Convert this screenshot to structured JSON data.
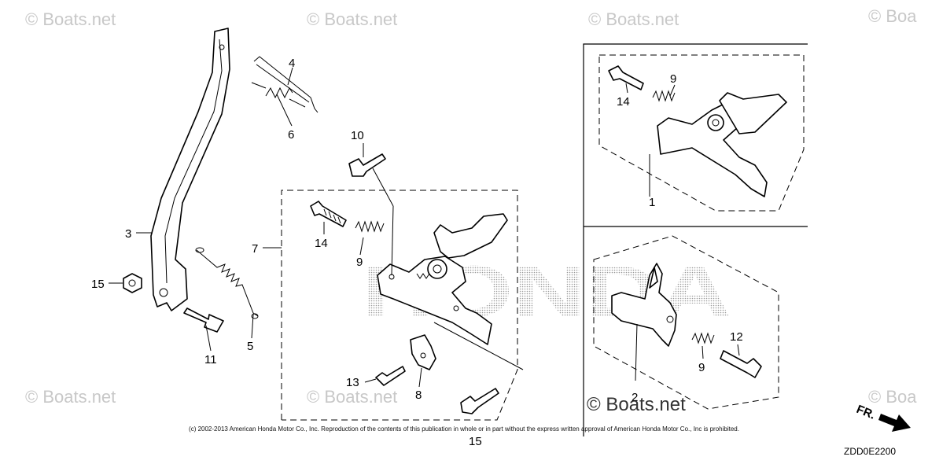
{
  "watermark": "© Boats.net",
  "watermark_partial": "© Boa",
  "brand_watermark": "HONDA",
  "copyright": "(c) 2002-2013 American Honda Motor Co., Inc. Reproduction of the contents of this publication in whole or in part without the express written approval of American Honda Motor Co., Inc is prohibited.",
  "diagram_code": "ZDD0E2200",
  "front_indicator": "FR.",
  "callouts": {
    "c1": "1",
    "c2": "2",
    "c3": "3",
    "c4": "4",
    "c5": "5",
    "c6": "6",
    "c7": "7",
    "c8": "8",
    "c9a": "9",
    "c9b": "9",
    "c9c": "9",
    "c10": "10",
    "c11": "11",
    "c12": "12",
    "c13": "13",
    "c14a": "14",
    "c14b": "14",
    "c15": "15",
    "c15b": "15"
  }
}
